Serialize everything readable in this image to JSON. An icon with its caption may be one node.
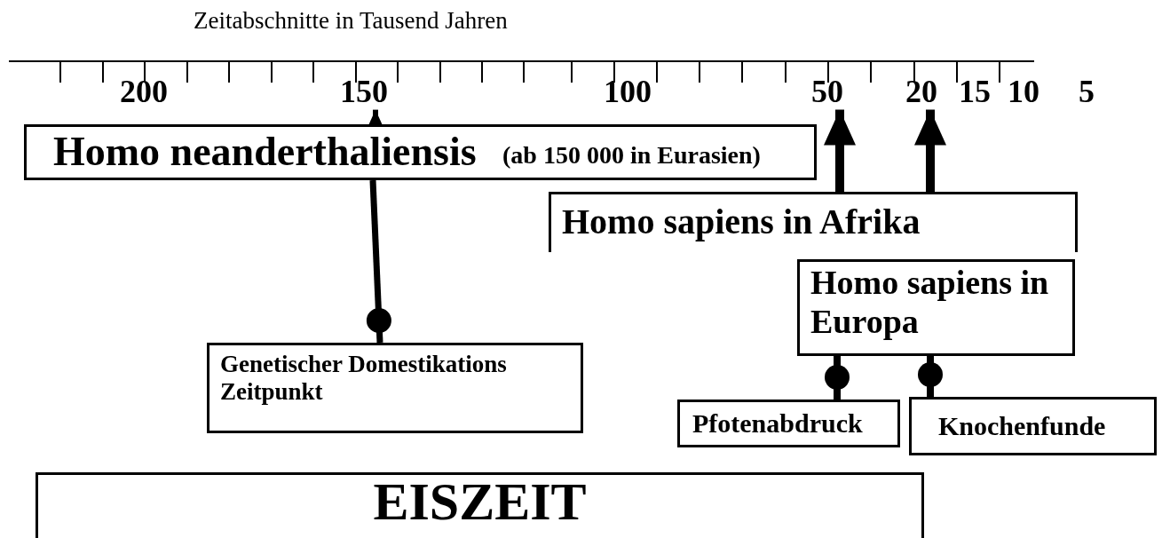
{
  "diagram": {
    "title": "Zeitabschnitte in Tausend Jahren",
    "nodes": [
      {
        "text": [
          "Homo neanderthaliensis",
          "(ab 150 000 in Eurasien)"
        ]
      },
      {
        "text": [
          "Homo sapiens in Afrika"
        ]
      },
      {
        "text": [
          "Homo sapiens in Europa"
        ]
      },
      {
        "text": [
          "Genetischer Domestikations Zeitpunkt"
        ]
      },
      {
        "text": [
          "Pfotenabdruck"
        ]
      },
      {
        "text": [
          "Knochenfunde"
        ]
      },
      {
        "text": [
          "EISZEIT"
        ]
      },
      {
        "text": [
          "150"
        ]
      },
      {
        "text": [
          "20"
        ]
      },
      {
        "text": [
          "50"
        ]
      }
    ],
    "edges": [
      {
        "from": 0,
        "to": 7,
        "arrow": "to"
      },
      {
        "from": 1,
        "to": 9,
        "arrow": "to"
      },
      {
        "from": 1,
        "to": 8,
        "arrow": "to"
      },
      {
        "from": 0,
        "to": 3,
        "arrow": "other"
      },
      {
        "from": 2,
        "to": 4,
        "arrow": "other"
      },
      {
        "from": 2,
        "to": 5,
        "arrow": "other"
      }
    ],
    "labels": [
      "200",
      "100",
      "15",
      "10",
      "5"
    ]
  }
}
